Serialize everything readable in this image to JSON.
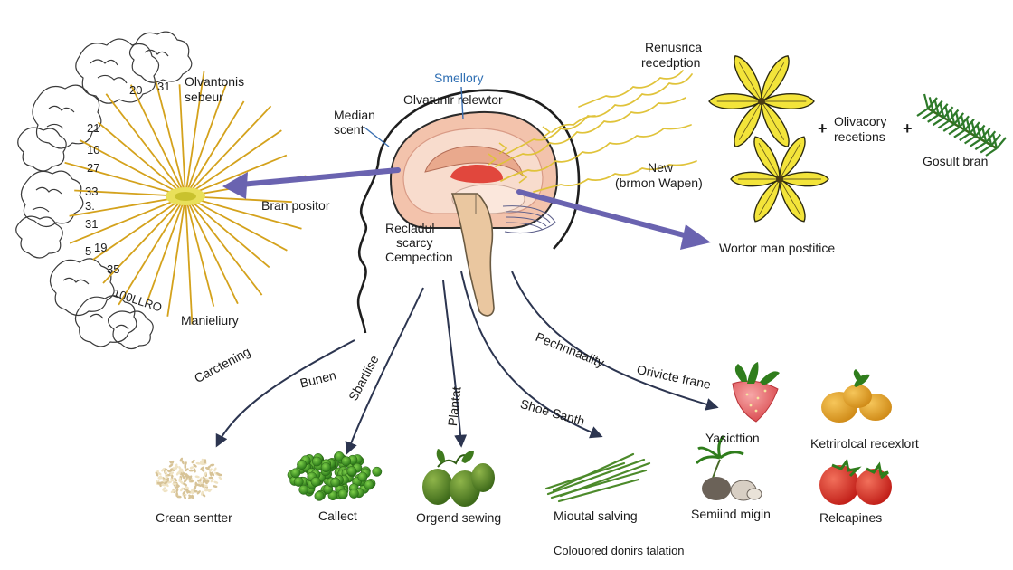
{
  "labels": {
    "smellory": "Smellory",
    "olvatunir": "Olvatunir relewtor",
    "median": "Median",
    "scent": "scent",
    "renusrica": "Renusrica",
    "recedption": "recedption",
    "olvantonis": "Olvantonis",
    "sebeur": "sebeur",
    "bran_positor": "Bran positor",
    "new": "New",
    "brmon_wapen": "(brmon Wapen)",
    "olivacory": "Olivacory",
    "recetions": "recetions",
    "plus": "+",
    "gosult_bran": "Gosult bran",
    "wortor": "Wortor man postitice",
    "recladul": "Recladul",
    "scarcy": "scarcy",
    "cempection": "Cempection",
    "manieliury": "Manieliury",
    "num_100lro": "100LLRO",
    "carctening": "Carctening",
    "bunen": "Bunen",
    "sbartiise": "Sbartiise",
    "plantat": "Plantat",
    "shoe_santh": "Shoe Santh",
    "pechnnaality": "Pechnnaality",
    "orivicte": "Orivicte frane",
    "yasicttion": "Yasicttion",
    "ketrirolcal": "Ketrirolcal recexlort",
    "crean": "Crean sentter",
    "callect": "Callect",
    "orgend": "Orgend sewing",
    "mioutal": "Mioutal salving",
    "semiind": "Semiind migin",
    "relcapines": "Relcapines",
    "caption": "Colouored donirs talation"
  },
  "numbers": [
    "20",
    "31",
    "21",
    "10",
    "27",
    "33",
    "3.",
    "31",
    "5",
    "19",
    "35"
  ],
  "colors": {
    "arrow": "#6a63b0",
    "wave": "#e0c33a",
    "flower": "#f3e43a",
    "brain_pink": "#f4c2ad",
    "stem": "#e9c79b",
    "fiber": "#d4a21c",
    "red": "#e1473d"
  }
}
